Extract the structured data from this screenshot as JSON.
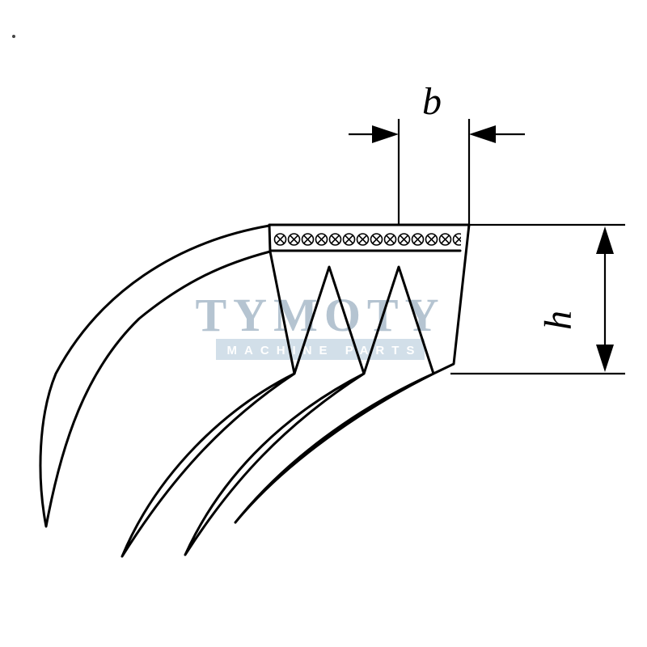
{
  "image": {
    "title": "Poly V-belt cross-section technical diagram",
    "background": "#ffffff",
    "line_color": "#000000"
  },
  "watermark": {
    "brand": "TYMOTY",
    "tagline": "MACHINE PARTS",
    "brand_color": "#b5c4d1",
    "bar_color": "#d2dfe9",
    "tagline_color": "#ffffff"
  },
  "dimensions": {
    "width_label": "b",
    "height_label": "h"
  }
}
